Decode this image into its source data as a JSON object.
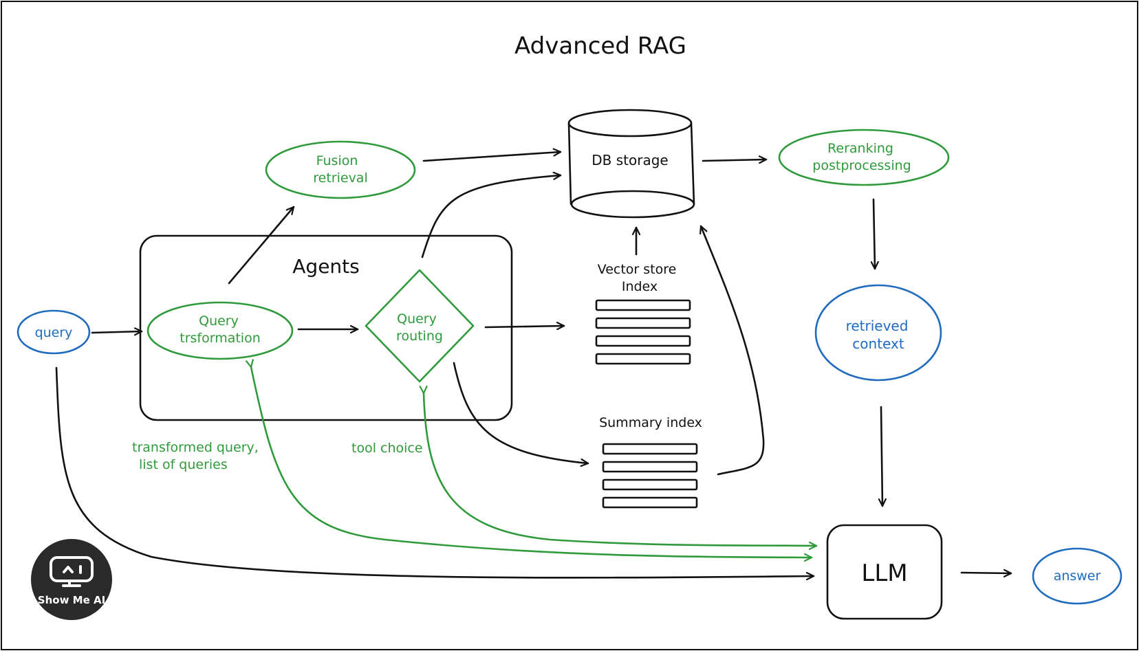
{
  "title": "Advanced RAG",
  "nodes": {
    "query": "query",
    "agents": "Agents",
    "query_transformation": [
      "Query",
      "trsformation"
    ],
    "query_routing": [
      "Query",
      "routing"
    ],
    "fusion_retrieval": [
      "Fusion",
      "retrieval"
    ],
    "db_storage": "DB storage",
    "vector_store_index": [
      "Vector store",
      "Index"
    ],
    "summary_index": "Summary index",
    "reranking": [
      "Reranking",
      "postprocessing"
    ],
    "retrieved_context": [
      "retrieved",
      "context"
    ],
    "llm": "LLM",
    "answer": "answer"
  },
  "edge_labels": {
    "transformed_query": [
      "transformed query,",
      "list of queries"
    ],
    "tool_choice": "tool choice"
  },
  "logo": {
    "text": "Show Me AI",
    "icon": "robot-face-icon"
  },
  "colors": {
    "black": "#111111",
    "green": "#2e9a3b",
    "blue": "#1f6bbf",
    "logo_bg": "#2a2a2a"
  }
}
